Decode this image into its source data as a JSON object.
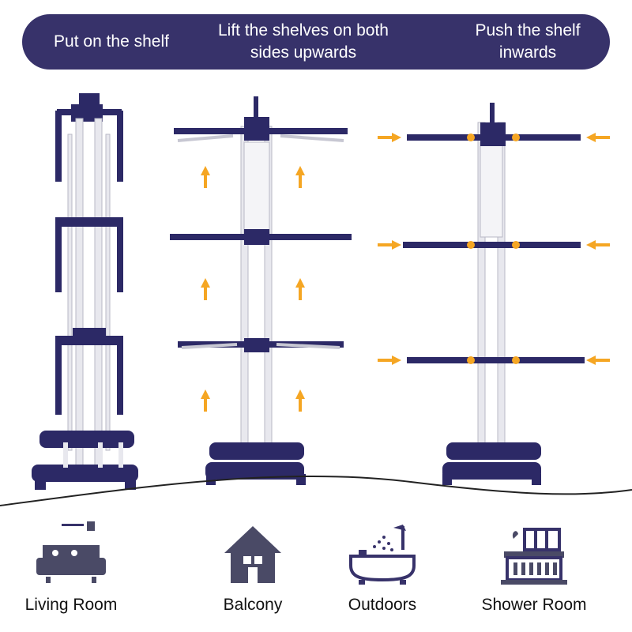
{
  "banner": {
    "steps": [
      {
        "label": "Put on the shelf"
      },
      {
        "label": "Lift the shelves on both sides upwards"
      },
      {
        "label": "Push the shelf inwards"
      }
    ]
  },
  "rooms": [
    {
      "label": "Living Room",
      "icon": "sofa-icon"
    },
    {
      "label": "Balcony",
      "icon": "house-icon"
    },
    {
      "label": "Outdoors",
      "icon": "bathtub-shower-icon"
    },
    {
      "label": "Shower Room",
      "icon": "balcony-railing-icon"
    }
  ],
  "colors": {
    "banner": "#37326a",
    "rack_frame": "#2c2966",
    "rack_pole": "#e8e8ee",
    "arrow": "#f5a623",
    "icon_stroke": "#37326a",
    "icon_fill": "#4a4a66"
  }
}
